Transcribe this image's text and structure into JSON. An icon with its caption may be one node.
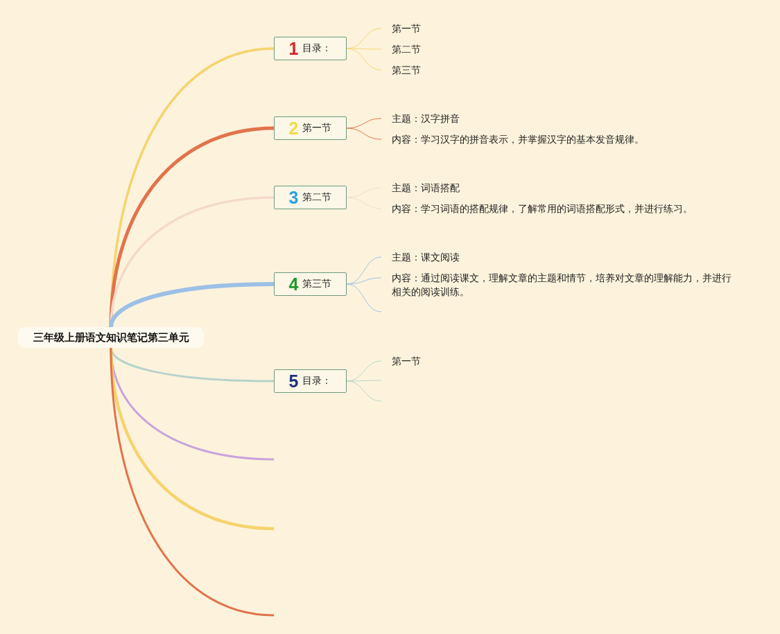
{
  "diagram": {
    "nodes": [
      {
        "text": [
          "三年级上册语文知识笔记第三单元"
        ]
      },
      {
        "text": [
          "1",
          "目录："
        ]
      },
      {
        "text": [
          "第一节"
        ]
      },
      {
        "text": [
          "第二节"
        ]
      },
      {
        "text": [
          "第三节"
        ]
      },
      {
        "text": [
          "2",
          "第一节"
        ]
      },
      {
        "text": [
          "主题：汉字拼音"
        ]
      },
      {
        "text": [
          "内容：学习汉字的拼音表示，并掌握汉字的基本发音规律。"
        ]
      },
      {
        "text": [
          "3",
          "第二节"
        ]
      },
      {
        "text": [
          "主题：词语搭配"
        ]
      },
      {
        "text": [
          "内容：学习词语的搭配规律，了解常用的词语搭配形式，并进行练习。"
        ]
      },
      {
        "text": [
          "4",
          "第三节"
        ]
      },
      {
        "text": [
          "主题：课文阅读"
        ]
      },
      {
        "text": [
          "内容：通过阅读课文，理解文章的主题和情节，培养对文章的理解能力，并进行相关的阅读训练。"
        ]
      },
      {
        "text": [
          "5",
          "目录："
        ]
      },
      {
        "text": [
          "第一节"
        ]
      }
    ],
    "edges": [
      {
        "from": 0,
        "to": 1,
        "arrow": "none",
        "style": "thick",
        "color": "#f6d36e"
      },
      {
        "from": 0,
        "to": 5,
        "arrow": "none",
        "style": "thick",
        "color": "#e2734b"
      },
      {
        "from": 0,
        "to": 8,
        "arrow": "none",
        "style": "thick",
        "color": "#f5d9cb"
      },
      {
        "from": 0,
        "to": 11,
        "arrow": "none",
        "style": "thick",
        "color": "#9cc0e6"
      },
      {
        "from": 0,
        "to": 14,
        "arrow": "none",
        "style": "thick",
        "color": "#b7d3cc"
      },
      {
        "from": 0,
        "to": null,
        "arrow": "none",
        "style": "thick",
        "color": "#c9a3dd"
      },
      {
        "from": 0,
        "to": null,
        "arrow": "none",
        "style": "thick",
        "color": "#f6d36e"
      },
      {
        "from": 0,
        "to": null,
        "arrow": "none",
        "style": "thick",
        "color": "#e2734b"
      },
      {
        "from": 1,
        "to": 2,
        "arrow": "none",
        "color": "#f6d36e"
      },
      {
        "from": 1,
        "to": 3,
        "arrow": "none",
        "color": "#f6d36e"
      },
      {
        "from": 1,
        "to": 4,
        "arrow": "none",
        "color": "#f6d36e"
      },
      {
        "from": 5,
        "to": 6,
        "arrow": "none",
        "color": "#e2734b"
      },
      {
        "from": 5,
        "to": 7,
        "arrow": "none",
        "color": "#e2734b"
      },
      {
        "from": 8,
        "to": 9,
        "arrow": "none",
        "color": "#f5d9cb"
      },
      {
        "from": 8,
        "to": 10,
        "arrow": "none",
        "color": "#f5d9cb"
      },
      {
        "from": 11,
        "to": 12,
        "arrow": "none",
        "color": "#9cc0e6"
      },
      {
        "from": 11,
        "to": 13,
        "arrow": "none",
        "color": "#9cc0e6"
      },
      {
        "from": 11,
        "to": null,
        "arrow": "none",
        "color": "#9cc0e6"
      },
      {
        "from": 14,
        "to": 15,
        "arrow": "none",
        "color": "#b7d3cc"
      },
      {
        "from": 14,
        "to": null,
        "arrow": "none",
        "color": "#b7d3cc"
      },
      {
        "from": 14,
        "to": null,
        "arrow": "none",
        "color": "#b7d3cc"
      }
    ]
  }
}
